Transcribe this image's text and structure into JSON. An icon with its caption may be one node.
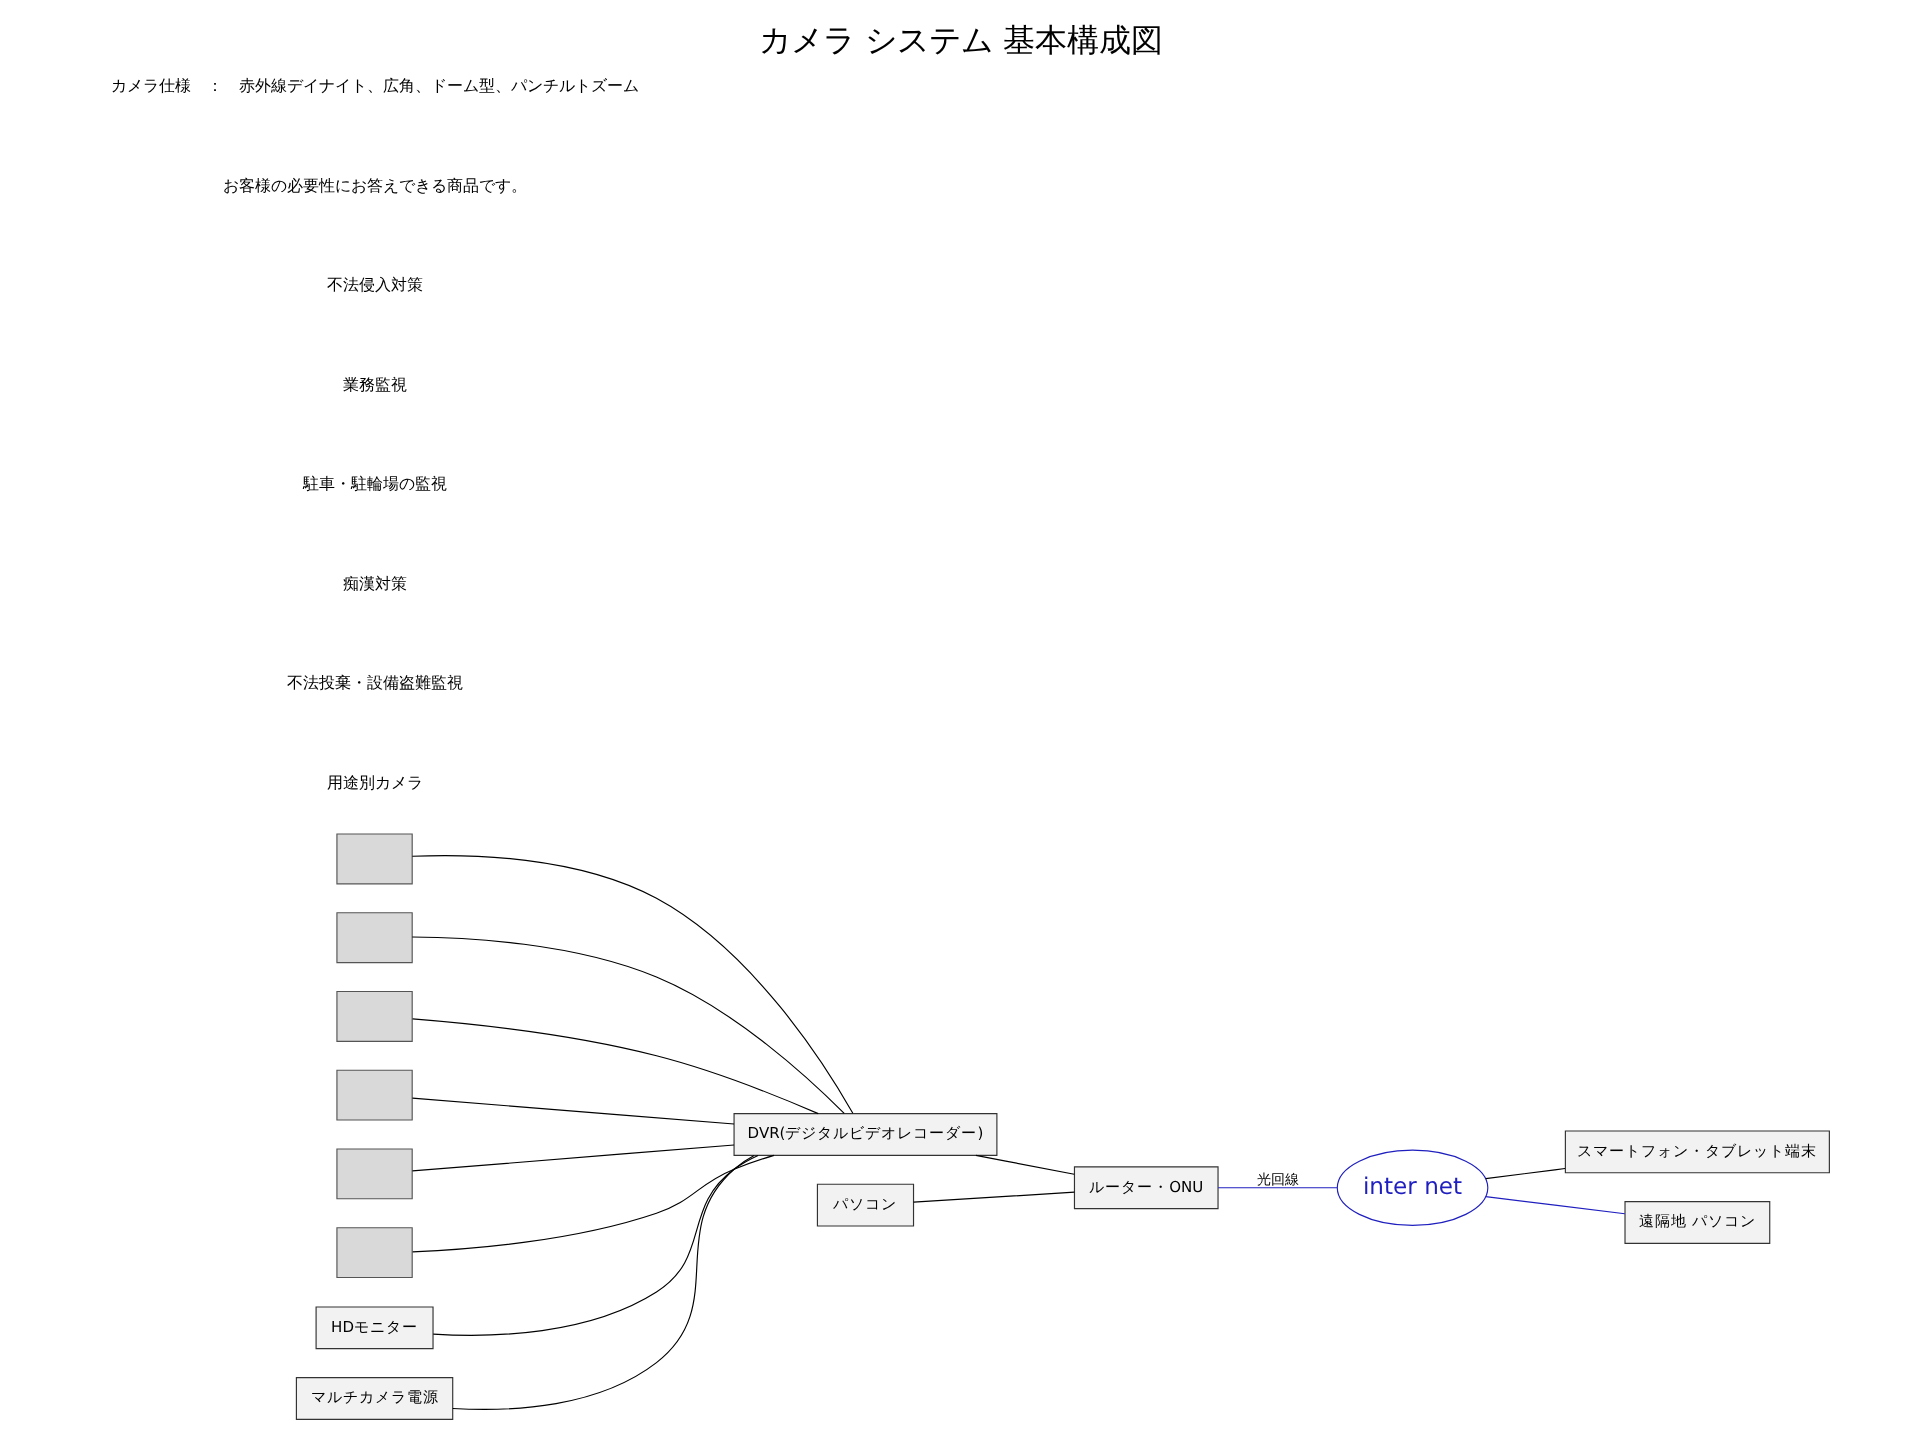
{
  "diagram": {
    "title": "カメラ システム 基本構成図",
    "nodes": [
      {
        "text": [],
        "shape": "box"
      },
      {
        "text": [],
        "shape": "box"
      },
      {
        "text": [],
        "shape": "box"
      },
      {
        "text": [],
        "shape": "box"
      },
      {
        "text": [],
        "shape": "box"
      },
      {
        "text": [],
        "shape": "box"
      },
      {
        "text": [
          "HDモニター"
        ]
      },
      {
        "text": [
          "パソコン"
        ]
      },
      {
        "text": [
          "DVR(デジタルビデオレコーダー)"
        ]
      },
      {
        "text": [
          "ルーター・ONU"
        ]
      },
      {
        "text": [
          "inter net"
        ]
      },
      {
        "text": [
          "マルチカメラ電源"
        ]
      },
      {
        "text": [
          "スマートフォン・タブレット端末"
        ]
      },
      {
        "text": [
          "遠隔地 パソコン"
        ]
      }
    ],
    "edges": [
      {
        "from": 0,
        "to": 8,
        "arrow": "none"
      },
      {
        "from": 1,
        "to": 8,
        "arrow": "none"
      },
      {
        "from": 2,
        "to": 8,
        "arrow": "none"
      },
      {
        "from": 3,
        "to": 8,
        "arrow": "none"
      },
      {
        "from": 4,
        "to": 8,
        "arrow": "none"
      },
      {
        "from": 5,
        "to": 8,
        "arrow": "none"
      },
      {
        "from": 11,
        "to": 8,
        "arrow": "none"
      },
      {
        "from": 6,
        "to": 8,
        "arrow": "none"
      },
      {
        "from": 8,
        "to": 9,
        "arrow": "none"
      },
      {
        "from": 7,
        "to": 9,
        "arrow": "none"
      },
      {
        "from": 9,
        "to": 10,
        "arrow": "none",
        "label": "光回線",
        "color": "#1f1fbf"
      },
      {
        "from": 10,
        "to": 12,
        "arrow": "none"
      },
      {
        "from": 10,
        "to": 13,
        "arrow": "none",
        "color": "#1f1fbf"
      }
    ],
    "labels": [
      "カメラ仕様　：　赤外線デイナイト、広角、ドーム型、パンチルトズーム",
      "お客様の必要性にお答えできる商品です。",
      "不法侵入対策",
      "業務監視",
      "駐車・駐輪場の監視",
      "痴漢対策",
      "不法投棄・設備盗難監視",
      "用途別カメラ"
    ]
  }
}
